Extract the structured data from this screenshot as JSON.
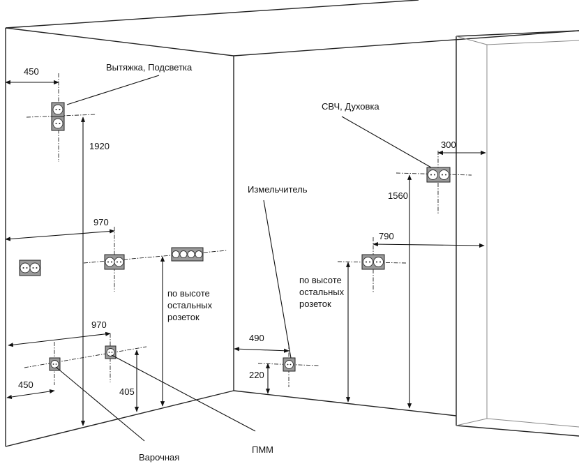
{
  "labels": {
    "hood": "Вытяжка, Подсветка",
    "microwave": "СВЧ, Духовка",
    "grinder": "Измельчитель",
    "same_height_left": [
      "по высоте",
      "остальных",
      "розеток"
    ],
    "same_height_right": [
      "по высоте",
      "остальных",
      "розеток"
    ],
    "hob": "Варочная",
    "dishwasher": "ПММ"
  },
  "dimensions": {
    "hood_offset": "450",
    "hood_height": "1920",
    "middle_offset": "970",
    "lower_offset": "970",
    "lower_left_offset": "450",
    "lower_height": "405",
    "grinder_offset": "490",
    "grinder_height": "220",
    "microwave_offset": "300",
    "microwave_height": "1560",
    "right_mid_offset": "790"
  },
  "colors": {
    "line": "#222222",
    "socket_frame": "#9a9a9a"
  }
}
